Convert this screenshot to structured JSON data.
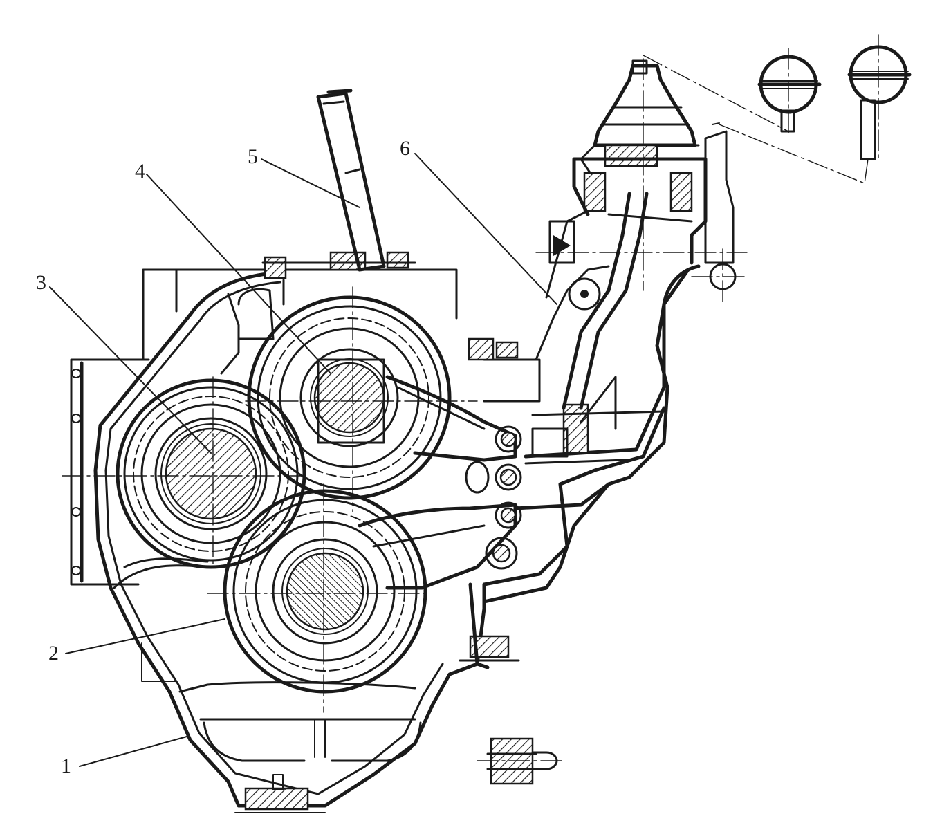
{
  "figure": {
    "callouts": [
      {
        "id": "1",
        "text": "1"
      },
      {
        "id": "2",
        "text": "2"
      },
      {
        "id": "3",
        "text": "3"
      },
      {
        "id": "4",
        "text": "4"
      },
      {
        "id": "5",
        "text": "5"
      },
      {
        "id": "6",
        "text": "6"
      }
    ],
    "ink_color": "#1a1a1a",
    "background": "#ffffff"
  }
}
